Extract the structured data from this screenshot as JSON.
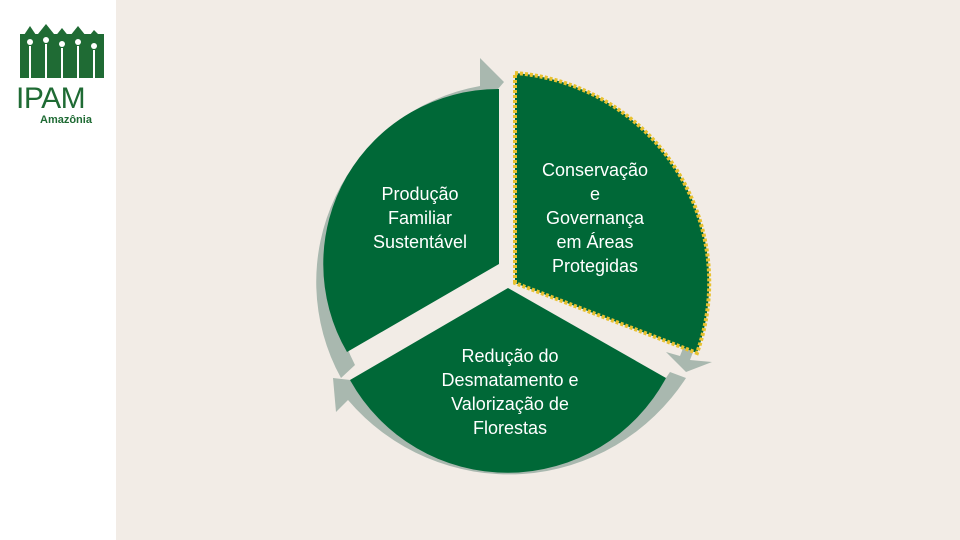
{
  "logo": {
    "name": "IPAM",
    "subtitle": "Amazônia"
  },
  "colors": {
    "segment": "#006837",
    "arrow": "#a9b8af",
    "highlight_dots": "#e8c12e",
    "background": "#f2ece6",
    "sidebar": "#ffffff",
    "logo_green": "#1f6b34"
  },
  "cycle": {
    "segments": [
      {
        "label": "Produção\nFamiliar\nSustentável"
      },
      {
        "label": "Conservação\ne\nGovernança\nem Áreas\nProtegidas",
        "highlighted": true
      },
      {
        "label": "Redução do\nDesmatamento e\nValorização de\nFlorestas"
      }
    ]
  }
}
